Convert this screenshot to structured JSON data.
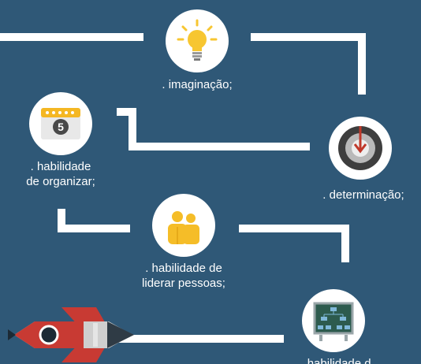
{
  "infographic": {
    "items": [
      {
        "lines": [
          ". imaginação;"
        ],
        "icon": "lightbulb-icon"
      },
      {
        "lines": [
          ". habilidade",
          "de organizar;"
        ],
        "icon": "calendar-icon"
      },
      {
        "lines": [
          ". determinação;"
        ],
        "icon": "target-icon"
      },
      {
        "lines": [
          ". habilidade de",
          "liderar pessoas;"
        ],
        "icon": "people-icon"
      },
      {
        "lines": [
          ". habilidade d"
        ],
        "icon": "flowchart-icon"
      }
    ],
    "calendar_number": "5",
    "rocket_icon": "rocket-icon"
  },
  "colors": {
    "background": "#2f5877",
    "path": "#ffffff",
    "bulb": "#f7c631",
    "calendar_header": "#f4b723",
    "target_dark": "#3e3e3e",
    "arrow_red": "#c0392b",
    "people_yellow": "#f5bd28",
    "board_green": "#2d5b4e",
    "rocket_red": "#c83a33"
  }
}
